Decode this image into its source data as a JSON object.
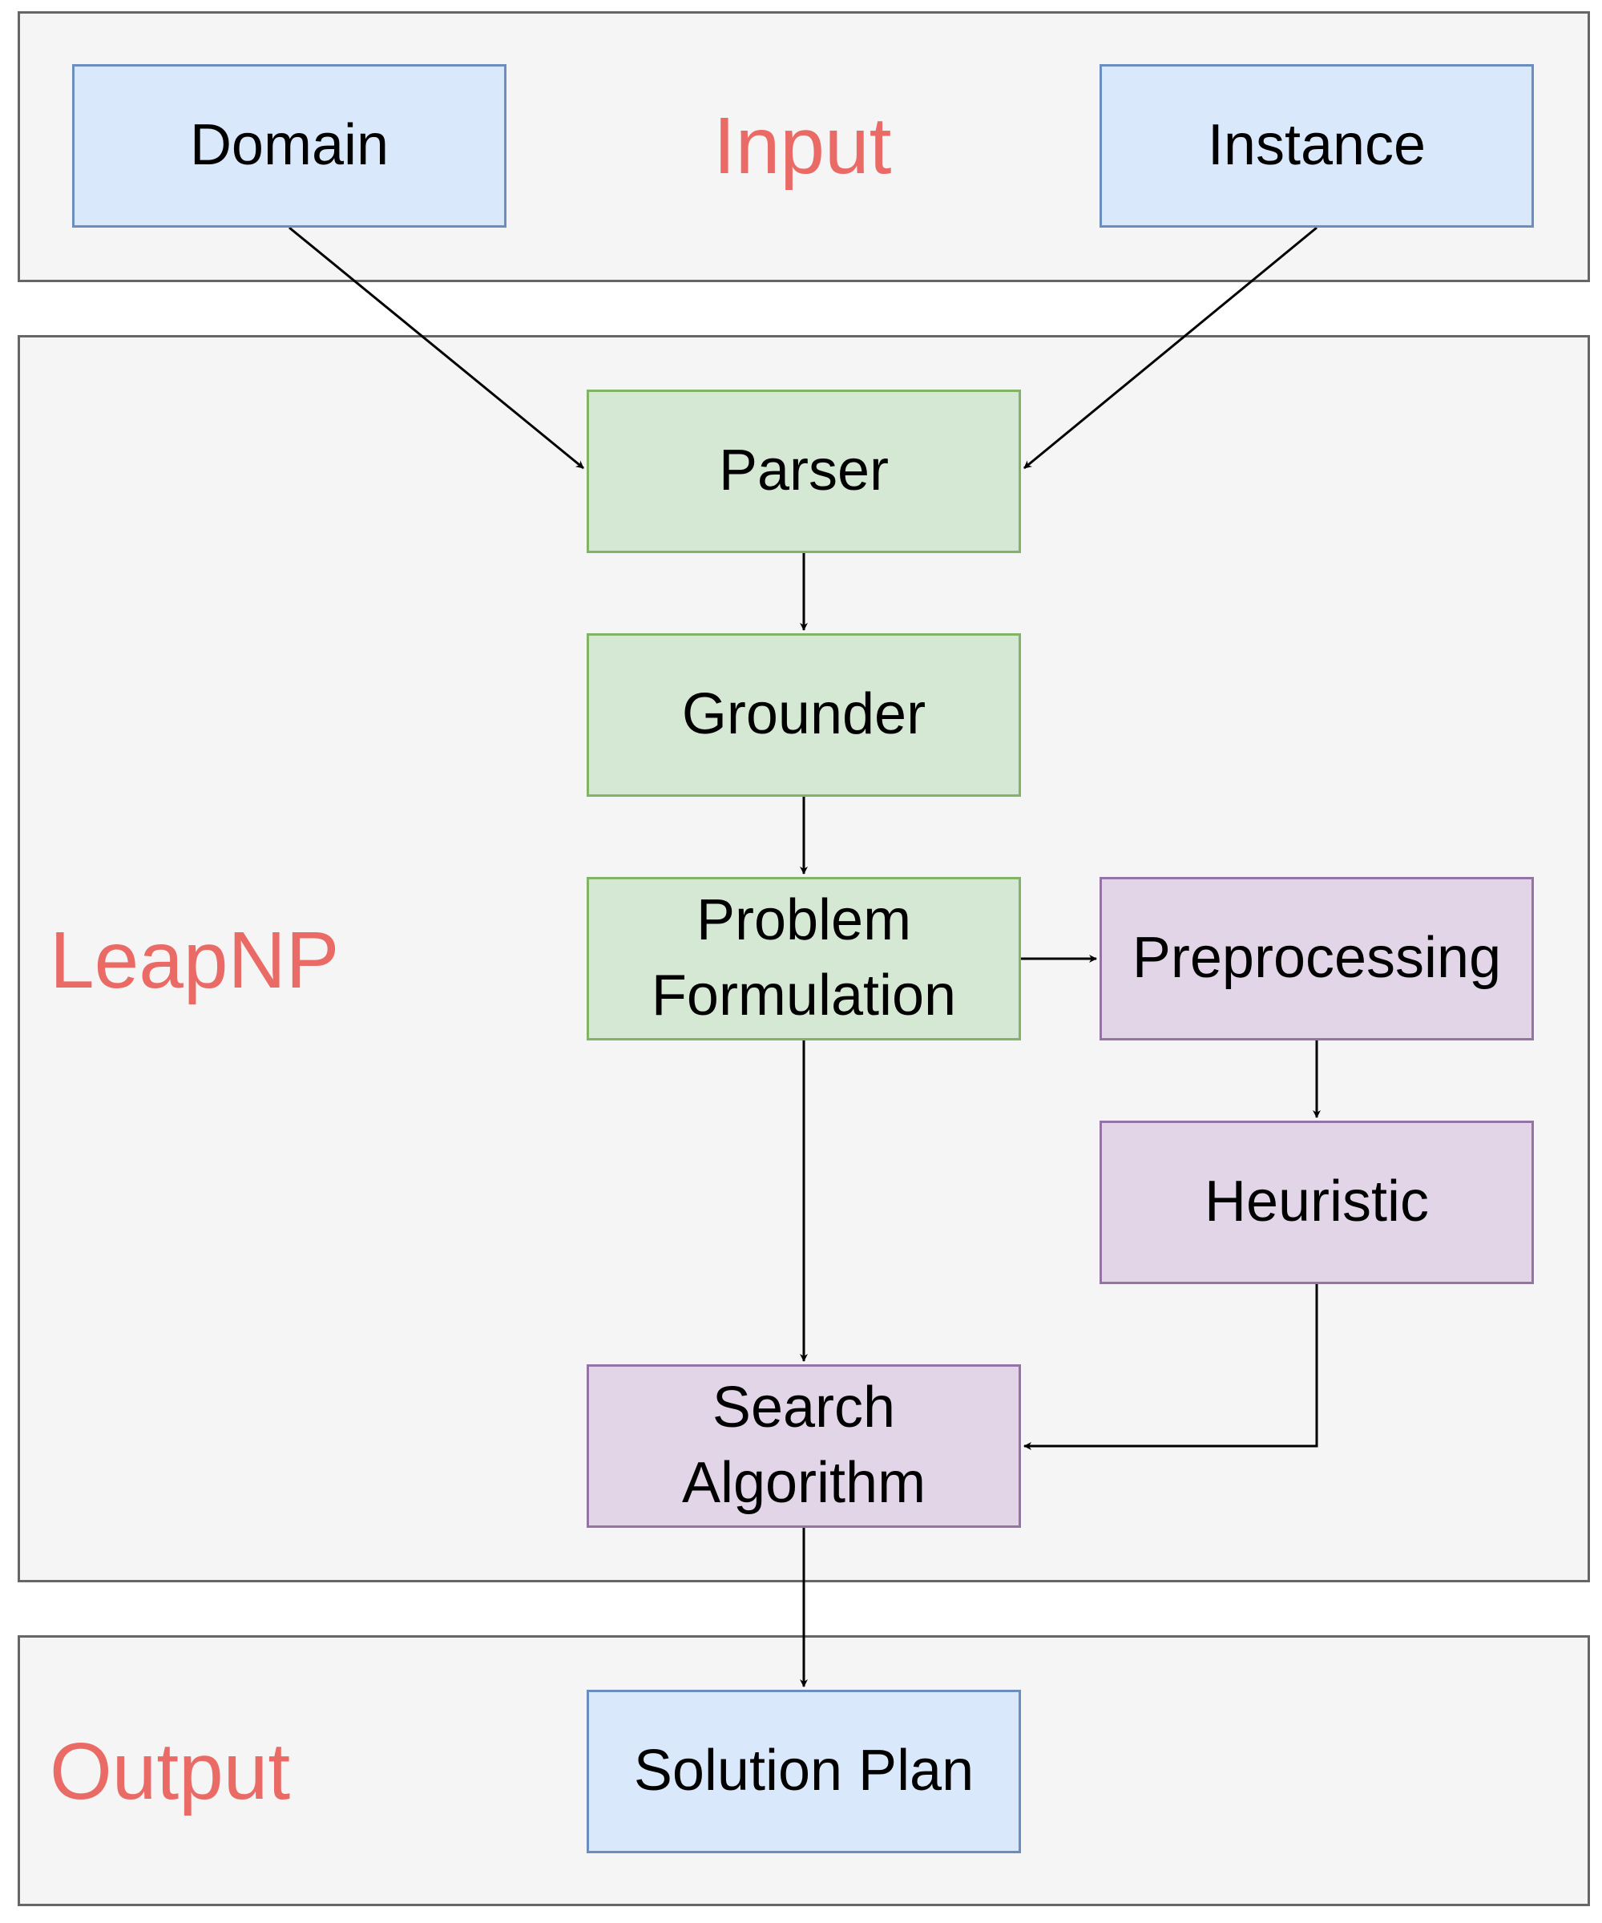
{
  "sections": {
    "input_label": "Input",
    "leapnp_label": "LeapNP",
    "output_label": "Output"
  },
  "nodes": {
    "domain": "Domain",
    "instance": "Instance",
    "parser": "Parser",
    "grounder": "Grounder",
    "problem_formulation": "Problem\nFormulation",
    "preprocessing": "Preprocessing",
    "heuristic": "Heuristic",
    "search_algorithm": "Search\nAlgorithm",
    "solution_plan": "Solution Plan"
  },
  "colors": {
    "section_label": "#ea6b66",
    "io_fill": "#dae8fc",
    "io_border": "#6c8ebf",
    "pipeline_fill": "#d5e8d4",
    "pipeline_border": "#82b366",
    "search_fill": "#e1d5e7",
    "search_border": "#9673a6",
    "section_fill": "#f5f5f5",
    "section_border": "#666666"
  },
  "edges": [
    {
      "from": "Domain",
      "to": "Parser"
    },
    {
      "from": "Instance",
      "to": "Parser"
    },
    {
      "from": "Parser",
      "to": "Grounder"
    },
    {
      "from": "Grounder",
      "to": "Problem Formulation"
    },
    {
      "from": "Problem Formulation",
      "to": "Preprocessing"
    },
    {
      "from": "Preprocessing",
      "to": "Heuristic"
    },
    {
      "from": "Problem Formulation",
      "to": "Search Algorithm"
    },
    {
      "from": "Heuristic",
      "to": "Search Algorithm"
    },
    {
      "from": "Search Algorithm",
      "to": "Solution Plan"
    }
  ]
}
